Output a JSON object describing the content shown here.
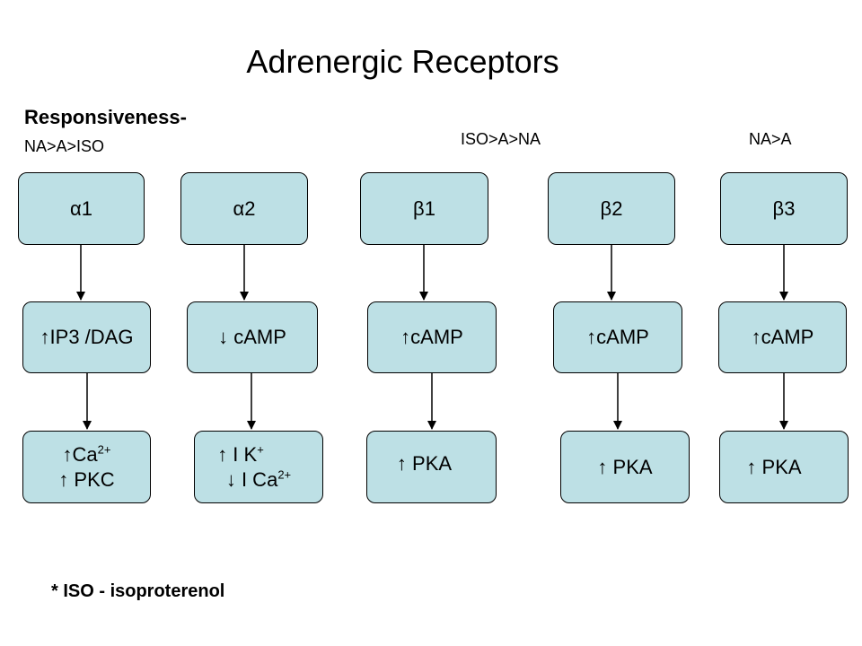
{
  "title": "Adrenergic Receptors",
  "responsiveness_label": "Responsiveness-",
  "orders": {
    "alpha": "NA>A>ISO",
    "beta1_beta2": "ISO>A>NA",
    "beta3": "NA>A"
  },
  "receptors": [
    {
      "label": "α1",
      "messenger": "↑IP3 /DAG",
      "effect_line1": "↑Ca",
      "effect_line1_sup": "2+",
      "effect_line2": "↑ PKC",
      "effect_line2_sup": ""
    },
    {
      "label": "α2",
      "messenger": "↓ cAMP",
      "effect_line1": "↑ I K",
      "effect_line1_sup": "+",
      "effect_line2": "↓ I Ca",
      "effect_line2_sup": "2+"
    },
    {
      "label": "β1",
      "messenger": "↑cAMP",
      "effect_line1": "↑ PKA",
      "effect_line1_sup": "",
      "effect_line2": "",
      "effect_line2_sup": ""
    },
    {
      "label": "β2",
      "messenger": "↑cAMP",
      "effect_line1": "↑ PKA",
      "effect_line1_sup": "",
      "effect_line2": "",
      "effect_line2_sup": ""
    },
    {
      "label": "β3",
      "messenger": "↑cAMP",
      "effect_line1": "↑ PKA",
      "effect_line1_sup": "",
      "effect_line2": "",
      "effect_line2_sup": ""
    }
  ],
  "footnote": "* ISO - isoproterenol"
}
